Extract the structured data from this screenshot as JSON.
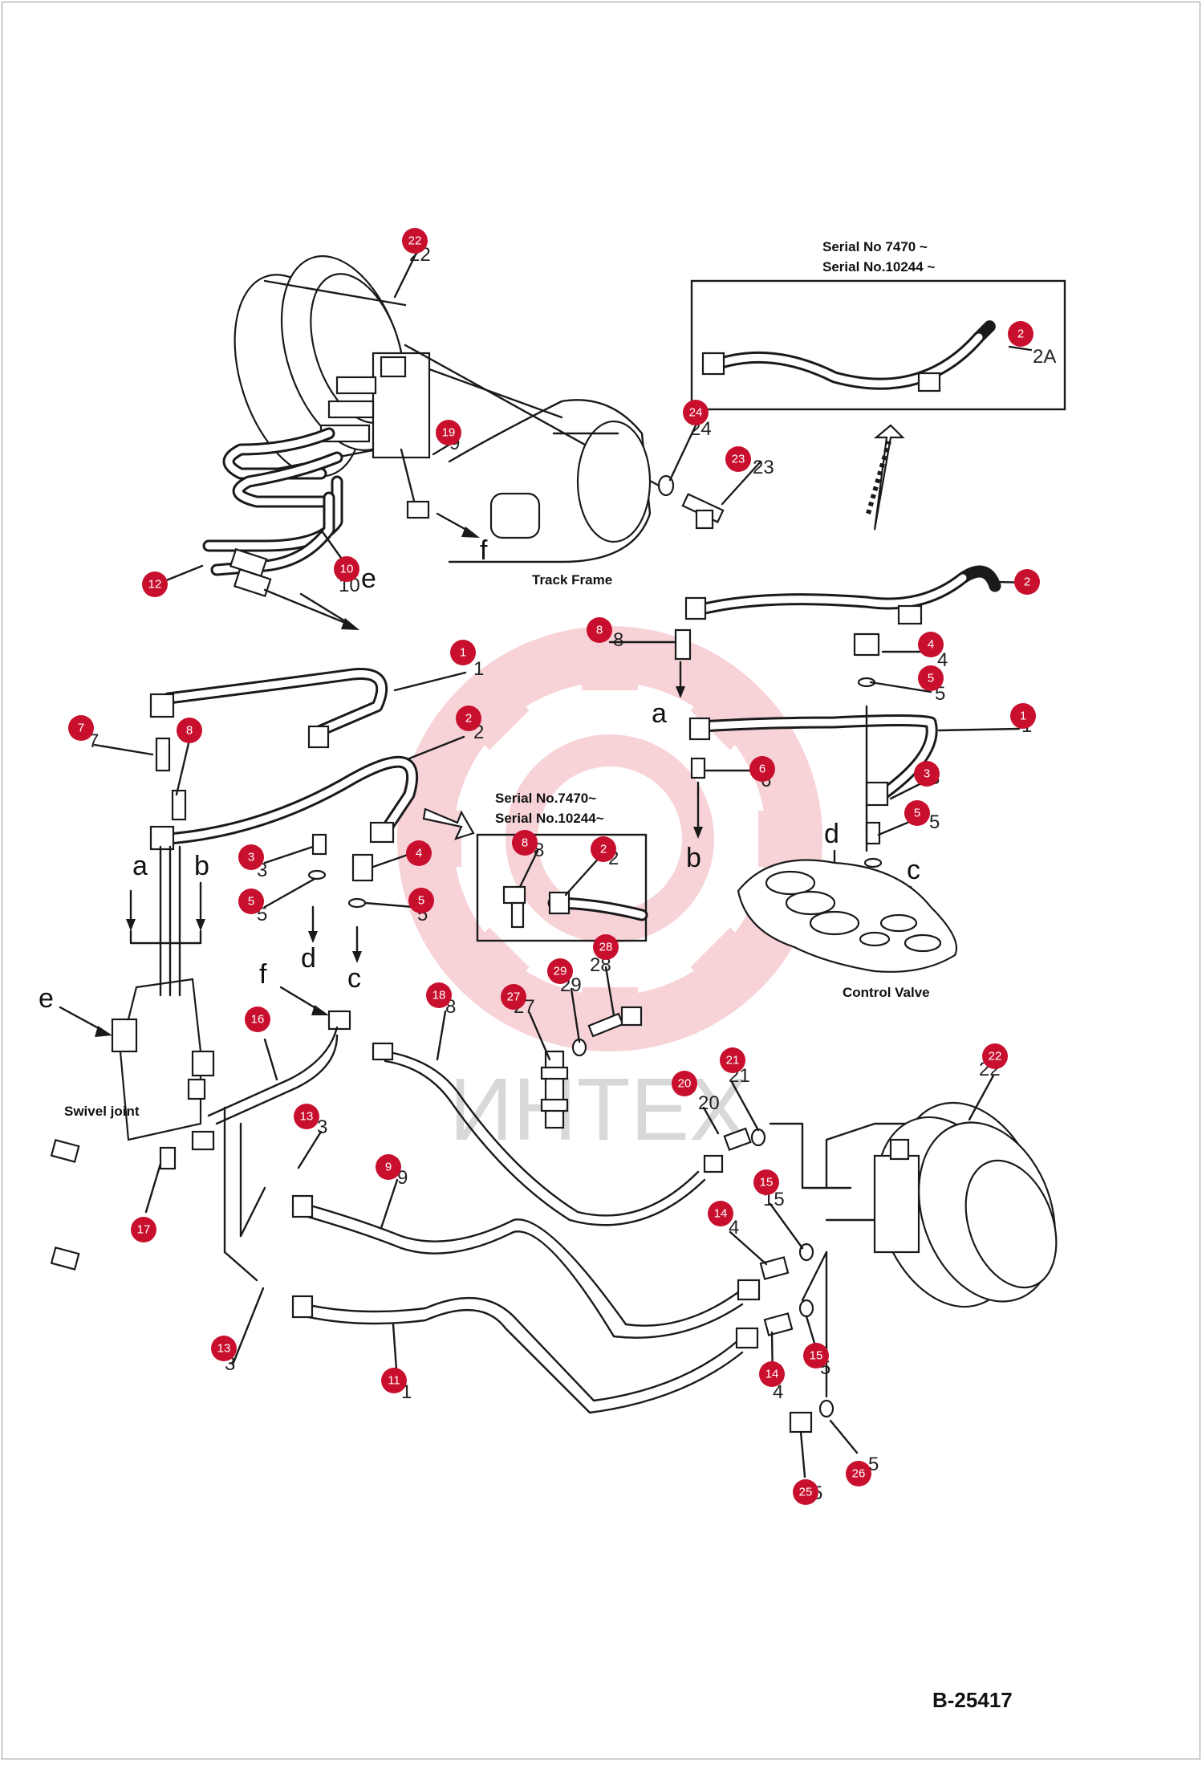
{
  "captions": {
    "serial_top_1": "Serial No 7470 ~",
    "serial_top_2": "Serial No.10244 ~",
    "serial_mid_1": "Serial No.7470~",
    "serial_mid_2": "Serial No.10244~",
    "track_frame": "Track Frame",
    "control_valve": "Control Valve",
    "swivel_joint": "Swivel joint",
    "drawing_number": "B-25417",
    "watermark": "ИНТЕХ"
  },
  "letters": {
    "a_left": "a",
    "b_left": "b",
    "d_left": "d",
    "c_left": "c",
    "e_top": "e",
    "e_left": "e",
    "f_top": "f",
    "f_mid": "f",
    "a_right": "a",
    "b_right": "b",
    "d_right": "d",
    "c_right": "c"
  },
  "ghost_numbers": {
    "g22a": "22",
    "g2a": "2A",
    "g24": "24",
    "g23": "23",
    "g19": "9",
    "g10": "10",
    "g1a": "1",
    "g2b": "2",
    "g8a": "8",
    "g4a": "4",
    "g5a": "5",
    "g1b": "1",
    "g3b": "3",
    "g5b": "5",
    "g6": "6",
    "g2c": "2",
    "g8b": "8",
    "g28": "28",
    "g29": "29",
    "g27": "27",
    "g18": "8",
    "g21": "21",
    "g20": "20",
    "g22b": "22",
    "g13a": "3",
    "g9": "9",
    "g15a": "15",
    "g14a": "4",
    "g13b": "3",
    "g11": "1",
    "g15b": "5",
    "g14b": "4",
    "g25": "5",
    "g26": "5",
    "g7": "7",
    "g3a": "3",
    "g5c": "5",
    "g4b": "4",
    "g5d": "5"
  },
  "callouts": [
    "22",
    "2",
    "24",
    "19",
    "23",
    "12",
    "10",
    "2",
    "8",
    "4",
    "5",
    "1",
    "7",
    "8",
    "2",
    "1",
    "6",
    "3",
    "3",
    "4",
    "5",
    "8",
    "2",
    "5",
    "5",
    "28",
    "29",
    "18",
    "27",
    "16",
    "21",
    "22",
    "20",
    "13",
    "9",
    "15",
    "14",
    "17",
    "15",
    "13",
    "14",
    "11",
    "25",
    "26"
  ]
}
